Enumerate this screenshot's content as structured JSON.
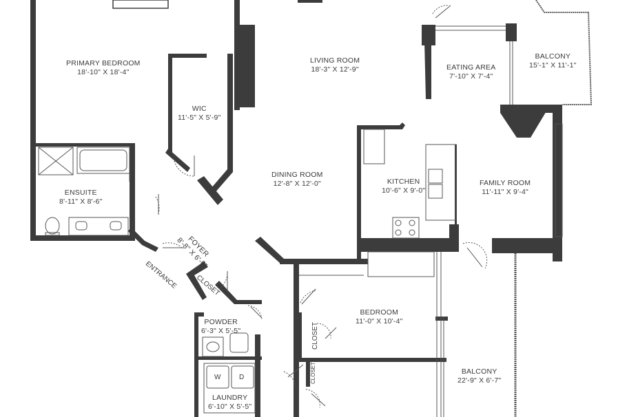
{
  "rooms": {
    "primary_bedroom": {
      "name": "PRIMARY BEDROOM",
      "dims": "18'-10\" X 18'-4\""
    },
    "living_room": {
      "name": "LIVING ROOM",
      "dims": "18'-3\" X 12'-9\""
    },
    "eating_area": {
      "name": "EATING AREA",
      "dims": "7'-10\" X 7'-4\""
    },
    "balcony_top": {
      "name": "BALCONY",
      "dims": "15'-1\" X 11'-1\""
    },
    "wic": {
      "name": "WIC",
      "dims": "11'-5\" X 5'-9\""
    },
    "dining_room": {
      "name": "DINING ROOM",
      "dims": "12'-8\" X 12'-0\""
    },
    "kitchen": {
      "name": "KITCHEN",
      "dims": "10'-6\" X 9'-0\""
    },
    "family_room": {
      "name": "FAMILY ROOM",
      "dims": "11'-11\" X 9'-4\""
    },
    "ensuite": {
      "name": "ENSUITE",
      "dims": "8'-11\" X 8'-6\""
    },
    "foyer": {
      "name": "FOYER",
      "dims": "8'-8\" X 6'-6\""
    },
    "bedroom": {
      "name": "BEDROOM",
      "dims": "11'-0\" X 10'-4\""
    },
    "powder": {
      "name": "POWDER",
      "dims": "6'-3\" X 5'-5\""
    },
    "balcony_bottom": {
      "name": "BALCONY",
      "dims": "22'-9\" X 6'-7\""
    },
    "laundry": {
      "name": "LAUNDRY",
      "dims": "6'-10\" X 5'-5\""
    }
  },
  "labels": {
    "entrance": "ENTRANCE",
    "closet_foyer": "CLOSET",
    "closet_bedroom_1": "CLOSET",
    "closet_bedroom_2": "CLOSET",
    "washer": "W",
    "dryer": "D"
  },
  "colors": {
    "wall": "#3c3c3c",
    "line": "#555555",
    "text": "#3a3a3a",
    "background": "#ffffff"
  }
}
